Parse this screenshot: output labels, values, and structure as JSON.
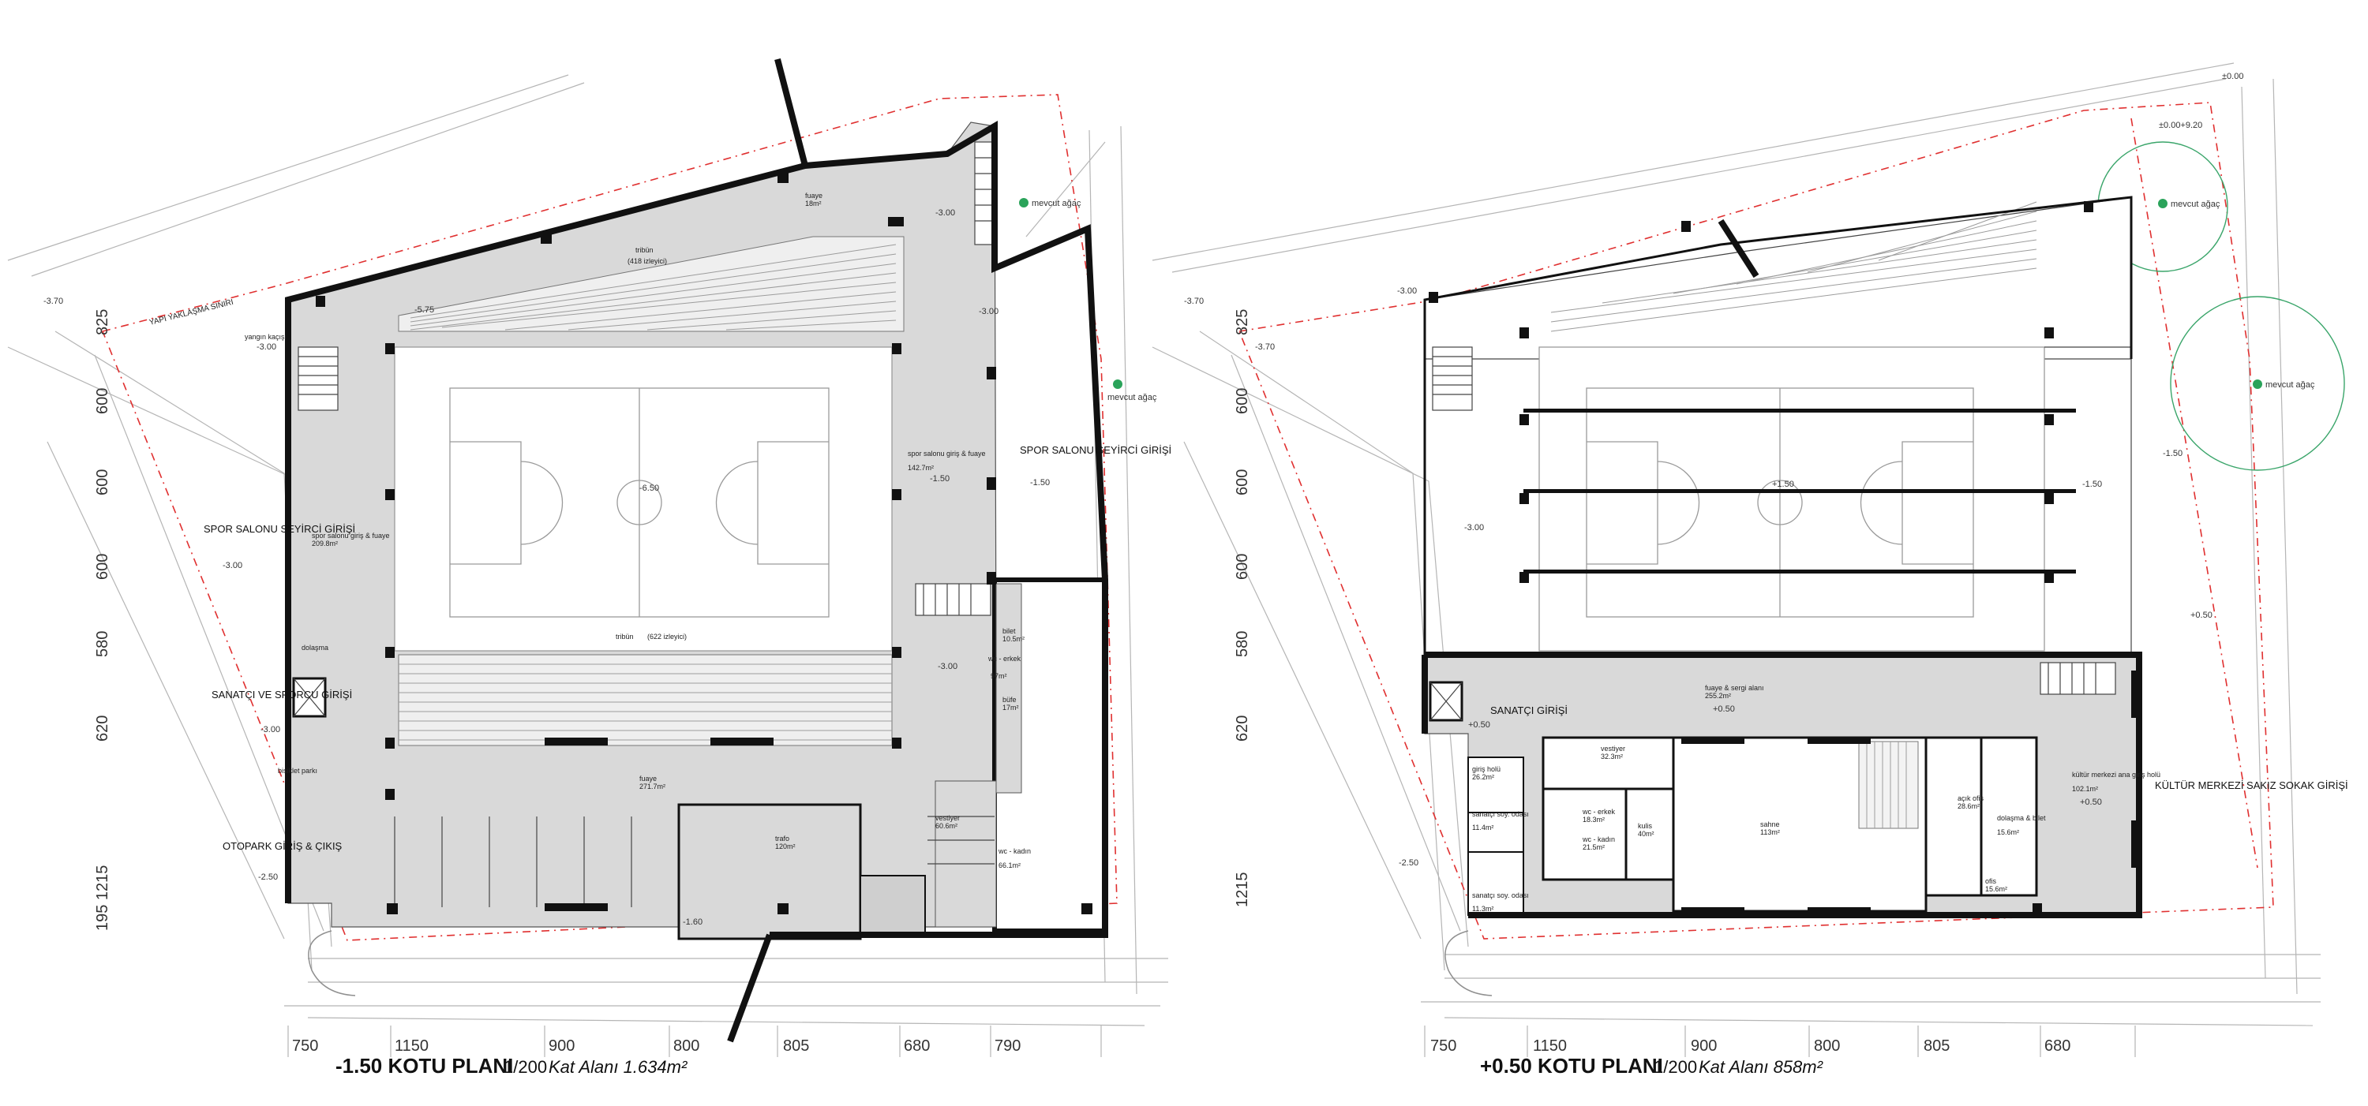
{
  "plans": [
    {
      "title": "-1.50 KOTU PLANI",
      "scale": "1/200",
      "area": "Kat Alanı 1.634m²",
      "dims_bottom": [
        "750",
        "1150",
        "900",
        "800",
        "805",
        "680",
        "790"
      ],
      "dims_left": [
        "825",
        "600",
        "600",
        "600",
        "580",
        "620",
        "195 1215"
      ],
      "levels": [
        "-3.70",
        "-3.00",
        "-3.00",
        "-5.75",
        "-3.00",
        "-6.50",
        "-1.50",
        "-1.50",
        "-3.00",
        "-3.00",
        "-3.00",
        "-2.50",
        "-1.60"
      ],
      "rooms": [
        {
          "name": "fuaye",
          "area": "18m²"
        },
        {
          "name": "tribün",
          "area": "(418 izleyici)"
        },
        {
          "name": "yangın kaçışı",
          "area": ""
        },
        {
          "name": "spor salonu giriş & fuaye",
          "area": "209.8m²"
        },
        {
          "name": "spor salonu giriş & fuaye",
          "area": "142.7m²"
        },
        {
          "name": "tribün",
          "area": "(622 izleyici)"
        },
        {
          "name": "dolaşma",
          "area": ""
        },
        {
          "name": "bisiklet parkı",
          "area": ""
        },
        {
          "name": "fuaye",
          "area": "271.7m²"
        },
        {
          "name": "trafo",
          "area": "120m²"
        },
        {
          "name": "vestiyer",
          "area": "60.6m²"
        },
        {
          "name": "wc - kadın",
          "area": "66.1m²"
        },
        {
          "name": "bilet",
          "area": "10.5m²"
        },
        {
          "name": "wc - erkek",
          "area": "97m²"
        },
        {
          "name": "büfe",
          "area": "17m²"
        }
      ],
      "entries": [
        "SPOR SALONU SEYİRCİ GİRİŞİ",
        "SPOR SALONU SEYİRCİ GİRİŞİ",
        "SANATÇI VE SPORCU GİRİŞİ",
        "OTOPARK GİRİŞ & ÇIKIŞ"
      ],
      "trees": [
        "mevcut ağaç",
        "mevcut ağaç"
      ],
      "setback": "YAPI YAKLAŞMA SINIRI"
    },
    {
      "title": "+0.50 KOTU PLANI",
      "scale": "1/200",
      "area": "Kat Alanı 858m²",
      "dims_bottom": [
        "750",
        "1150",
        "900",
        "800",
        "805",
        "680"
      ],
      "dims_left": [
        "825",
        "600",
        "600",
        "600",
        "580",
        "620",
        "1215"
      ],
      "levels": [
        "±0.00",
        "±0.00+9.20",
        "-3.70",
        "-3.70",
        "-3.00",
        "-1.50",
        "-1.50",
        "+1.50",
        "-3.00",
        "+0.50",
        "+0.50",
        "+0.50",
        "+0.50",
        "-2.50"
      ],
      "rooms": [
        {
          "name": "fuaye & sergi alanı",
          "area": "255.2m²"
        },
        {
          "name": "giriş holü",
          "area": "26.2m²"
        },
        {
          "name": "vestiyer",
          "area": "32.3m²"
        },
        {
          "name": "wc - erkek",
          "area": "18.3m²"
        },
        {
          "name": "wc - kadın",
          "area": "21.5m²"
        },
        {
          "name": "kulis",
          "area": "40m²"
        },
        {
          "name": "sahne",
          "area": "113m²"
        },
        {
          "name": "açık ofis",
          "area": "28.6m²"
        },
        {
          "name": "dolaşma & bilet",
          "area": "15.6m²"
        },
        {
          "name": "ofis",
          "area": "15.6m²"
        },
        {
          "name": "kültür merkezi ana giriş holü",
          "area": "102.1m²"
        },
        {
          "name": "sanatçı soy. odası",
          "area": "11.4m²"
        },
        {
          "name": "sanatçı soy. odası",
          "area": "11.3m²"
        }
      ],
      "entries": [
        "SANATÇI GİRİŞİ",
        "KÜLTÜR MERKEZİ SAKIZ SOKAK GİRİŞİ"
      ],
      "trees": [
        "mevcut ağaç",
        "mevcut ağaç"
      ]
    }
  ]
}
